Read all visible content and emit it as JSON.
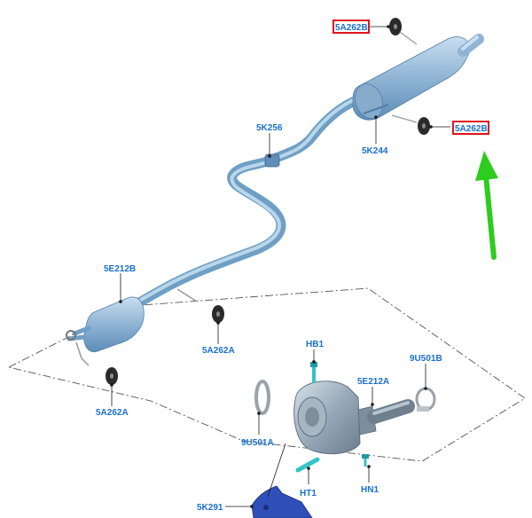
{
  "labels": {
    "rear_hanger_top": "5A262B",
    "rear_hanger_right": "5A262B",
    "rear_muffler": "5K244",
    "pipe_clamp": "5K256",
    "front_converter": "5E212B",
    "mid_hanger": "5A262A",
    "front_hanger": "5A262A",
    "sensor_hb1": "HB1",
    "gasket": "9U501A",
    "catalyst": "5E212A",
    "clamp_9u501b": "9U501B",
    "sensor_ht1": "HT1",
    "sensor_hn1": "HN1",
    "bracket": "5K291"
  },
  "colors": {
    "label_text": "#1a6fd0",
    "highlight_box": "#e0141e",
    "arrow": "#2ecc1e",
    "part_blue": "#6f9fc4"
  }
}
